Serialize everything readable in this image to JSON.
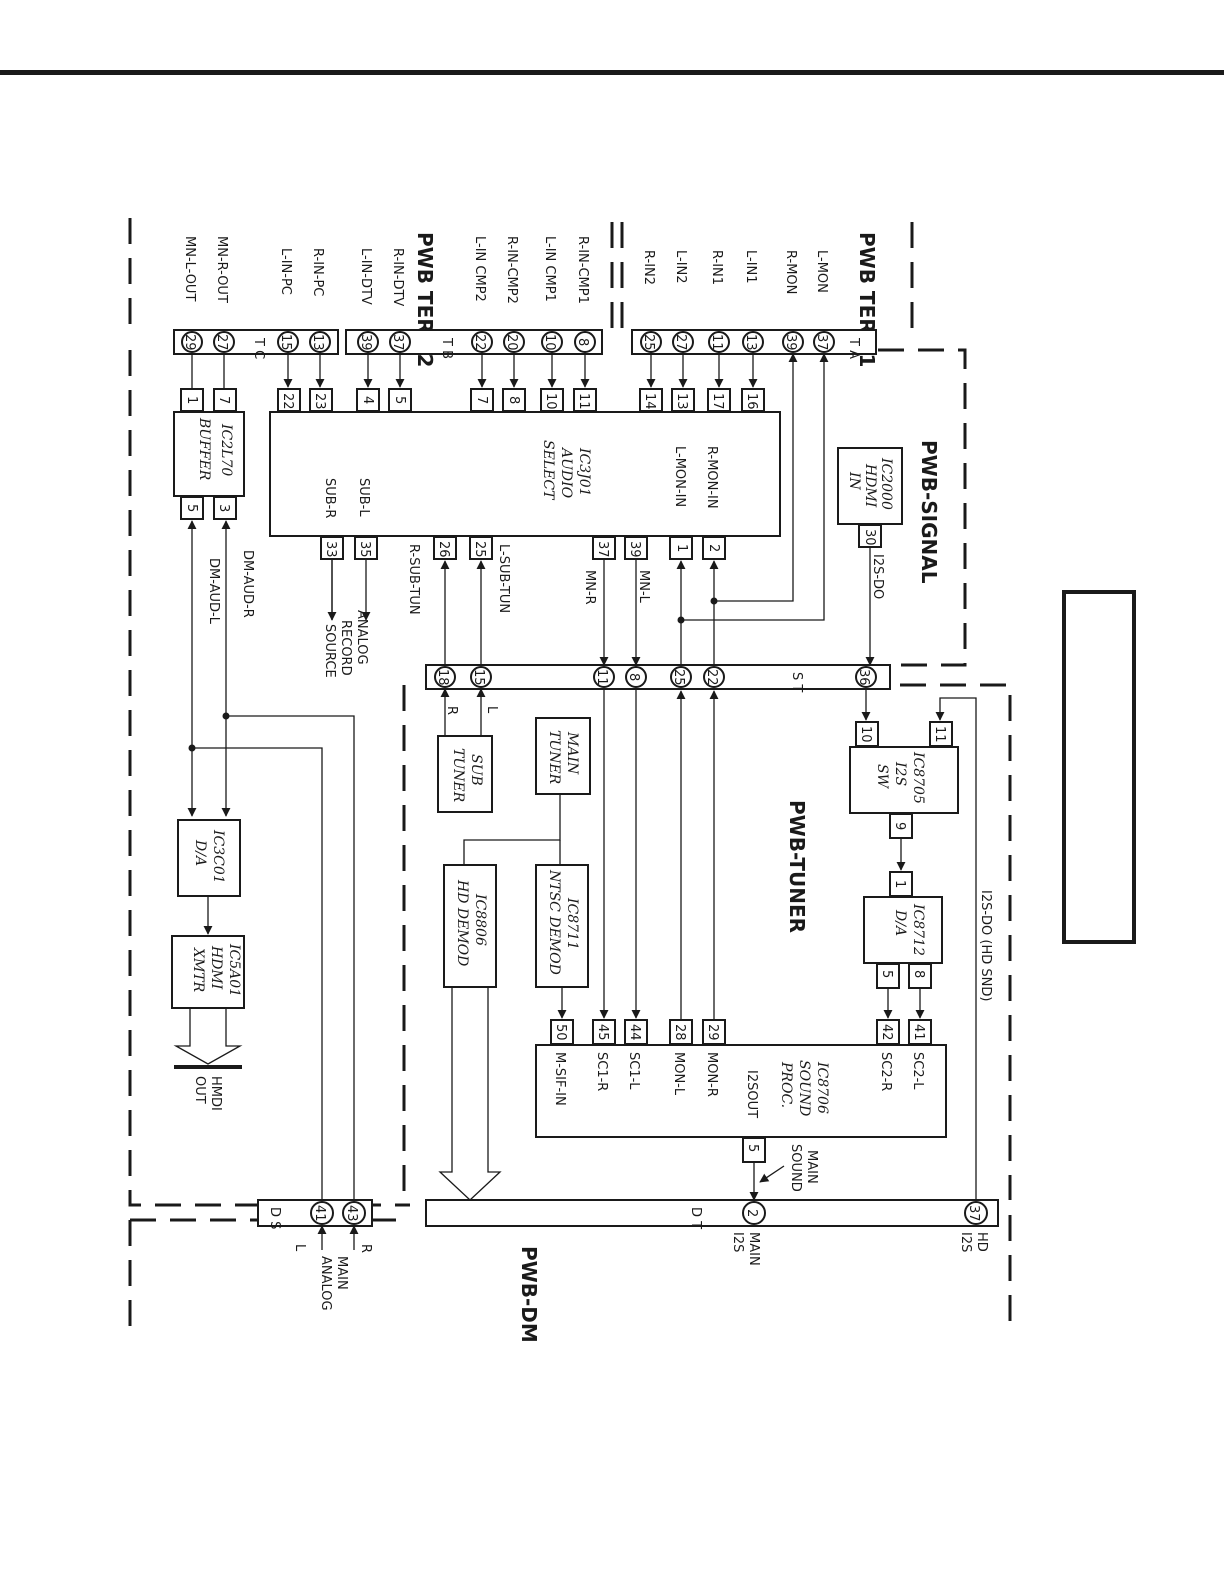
{
  "boards": {
    "term1": "PWB TERM1",
    "term2": "PWB TERM2",
    "signal": "PWB-SIGNAL",
    "tuner": "PWB-TUNER",
    "dm": "PWB-DM"
  },
  "connectors": {
    "ta": "T A",
    "tb": "T B",
    "tc": "T C",
    "st": "S T",
    "ds": "D S",
    "dt": "D T"
  },
  "term1_pins": [
    {
      "label": "R-IN2",
      "pin": "25"
    },
    {
      "label": "L-IN2",
      "pin": "27"
    },
    {
      "label": "R-IN1",
      "pin": "11"
    },
    {
      "label": "L-IN1",
      "pin": "13"
    },
    {
      "label": "R-MON",
      "pin": "39"
    },
    {
      "label": "L-MON",
      "pin": "37"
    }
  ],
  "term2_pins": [
    {
      "label": "L-IN-DTV",
      "pin": "39"
    },
    {
      "label": "R-IN-DTV",
      "pin": "37"
    },
    {
      "label": "L-IN CMP2",
      "pin": "22"
    },
    {
      "label": "R-IN-CMP2",
      "pin": "20"
    },
    {
      "label": "L-IN CMP1",
      "pin": "10"
    },
    {
      "label": "R-IN-CMP1",
      "pin": "8"
    }
  ],
  "tc_pins": [
    {
      "label": "MN-L-OUT",
      "pin": "29"
    },
    {
      "label": "MN-R-OUT",
      "pin": "27"
    },
    {
      "label": "L-IN-PC",
      "pin": "15"
    },
    {
      "label": "R-IN-PC",
      "pin": "13"
    }
  ],
  "ic3j01": {
    "name": "IC3J01",
    "line2": "AUDIO",
    "line3": "SELECT",
    "in_pins": [
      "22",
      "23",
      "4",
      "5",
      "7",
      "8",
      "10",
      "11",
      "14",
      "13",
      "17",
      "16"
    ],
    "lmon": "L-MON-IN",
    "rmon": "R-MON-IN",
    "subl": "SUB-L",
    "subr": "SUB-R",
    "out_pins": [
      "33",
      "35",
      "26",
      "25",
      "37",
      "39",
      "1",
      "2"
    ]
  },
  "ic2l70": {
    "name": "IC2L70",
    "line2": "BUFFER",
    "pins": [
      "1",
      "7",
      "5",
      "3"
    ]
  },
  "ic2000": {
    "name": "IC2000",
    "line2": "HDMI",
    "line3": "IN",
    "pin": "30"
  },
  "signal_labels": {
    "dm_aud_r": "DM-AUD-R",
    "dm_aud_l": "DM-AUD-L",
    "r_sub_tun": "R-SUB-TUN",
    "l_sub_tun": "L-SUB-TUN",
    "mn_r": "MN-R",
    "mn_l": "MN-L",
    "i2s_do": "I2S-DO",
    "analog_record": "ANALOG",
    "record": "RECORD",
    "source": "SOURCE",
    "i2s_do_hd": "I2S-DO (HD SND)",
    "main_sound_1": "MAIN",
    "main_sound_2": "SOUND",
    "main_analog_1": "MAIN",
    "main_analog_2": "ANALOG",
    "r": "R",
    "l": "L",
    "main_i2s_1": "MAIN",
    "main_i2s_2": "I2S",
    "hd_i2s_1": "HD",
    "hd_i2s_2": "I2S",
    "hdmi_out_1": "HMDI",
    "hdmi_out_2": "OUT"
  },
  "st_pins": [
    "18",
    "15",
    "11",
    "8",
    "25",
    "22",
    "36"
  ],
  "sub_tuner": {
    "line1": "SUB",
    "line2": "TUNER"
  },
  "main_tuner": {
    "line1": "MAIN",
    "line2": "TUNER"
  },
  "ic8806": {
    "name": "IC8806",
    "line2": "HD DEMOD"
  },
  "ic8711": {
    "name": "IC8711",
    "line2": "NTSC DEMOD"
  },
  "ic3c01": {
    "name": "IC3C01",
    "line2": "D/A"
  },
  "ic5a01": {
    "name": "IC5A01",
    "line2": "HDMI",
    "line3": "XMTR"
  },
  "ic8705": {
    "name": "IC8705",
    "line2": "I2S",
    "line3": "SW",
    "pins": [
      "10",
      "11",
      "9"
    ]
  },
  "ic8712": {
    "name": "IC8712",
    "line2": "D/A",
    "pins": [
      "1",
      "5",
      "8"
    ]
  },
  "ic8706": {
    "name": "IC8706",
    "line2": "SOUND",
    "line3": "PROC.",
    "pins": [
      "50",
      "45",
      "44",
      "28",
      "29",
      "42",
      "41",
      "5"
    ],
    "labels": [
      "M-SIF-IN",
      "SC1-R",
      "SC1-L",
      "MON-L",
      "MON-R",
      "SC2-R",
      "SC2-L",
      "I2SOUT"
    ]
  },
  "ds_pins": [
    "41",
    "43"
  ],
  "dt_pins": [
    "2",
    "37"
  ]
}
